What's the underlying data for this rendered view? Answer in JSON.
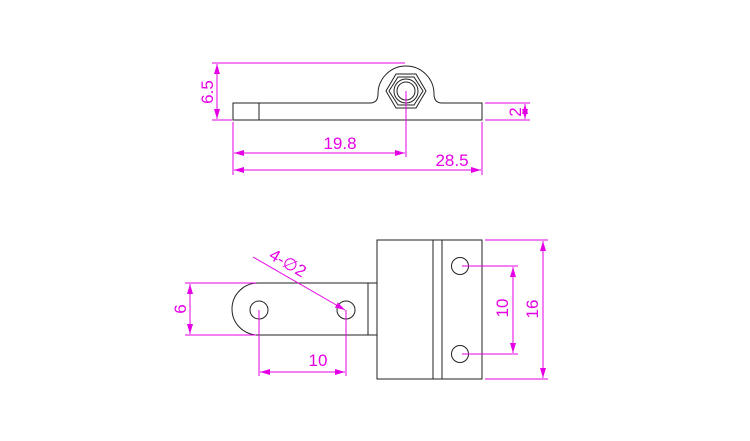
{
  "colors": {
    "part": "#222222",
    "dimension": "#e600e6"
  },
  "side_view": {
    "dims": {
      "height_total": "6.5",
      "thickness": "2",
      "pivot_offset": "19.8",
      "overall_length": "28.5"
    }
  },
  "plan_view": {
    "dims": {
      "arm_width": "6",
      "hole_spacing_arm": "10",
      "hole_spacing_leaf": "10",
      "leaf_height": "16",
      "holes_callout": "4-∅2"
    }
  }
}
